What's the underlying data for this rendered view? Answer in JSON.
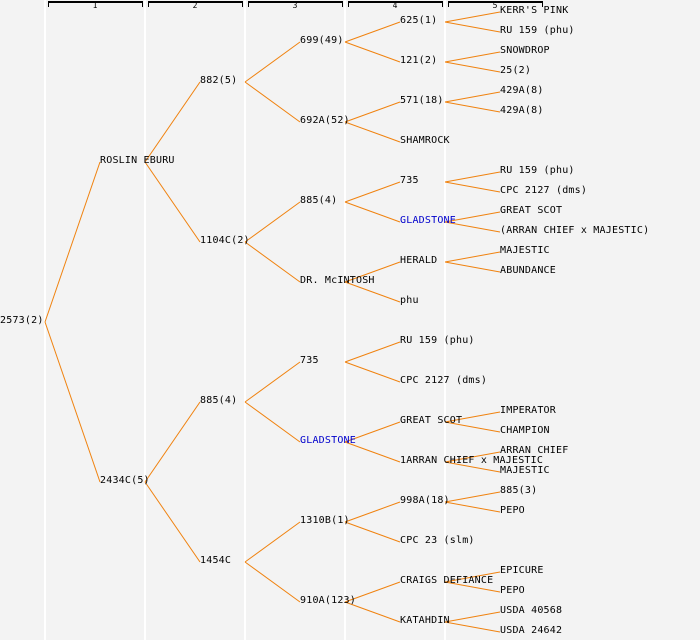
{
  "colors": {
    "background": "#f3f3f3",
    "link_line": "#f0820f",
    "separator": "#ffffff",
    "link_text": "#0000cc",
    "text": "#000000"
  },
  "generations": [
    "1",
    "2",
    "3",
    "4",
    "5"
  ],
  "pedigree": {
    "name": "2573(2)",
    "children": [
      {
        "name": "ROSLIN EBURU",
        "children": [
          {
            "name": "882(5)",
            "children": [
              {
                "name": "699(49)",
                "children": [
                  {
                    "name": "625(1)",
                    "children": [
                      {
                        "name": "KERR'S PINK"
                      },
                      {
                        "name": "RU 159 (phu)"
                      }
                    ]
                  },
                  {
                    "name": "121(2)",
                    "children": [
                      {
                        "name": "SNOWDROP"
                      },
                      {
                        "name": "25(2)"
                      }
                    ]
                  }
                ]
              },
              {
                "name": "692A(52)",
                "children": [
                  {
                    "name": "571(18)",
                    "children": [
                      {
                        "name": "429A(8)"
                      },
                      {
                        "name": "429A(8)"
                      }
                    ]
                  },
                  {
                    "name": "SHAMROCK"
                  }
                ]
              }
            ]
          },
          {
            "name": "1104C(2)",
            "children": [
              {
                "name": "885(4)",
                "children": [
                  {
                    "name": "735",
                    "children": [
                      {
                        "name": "RU 159 (phu)"
                      },
                      {
                        "name": "CPC 2127 (dms)"
                      }
                    ]
                  },
                  {
                    "name": "GLADSTONE",
                    "link": true,
                    "children": [
                      {
                        "name": "GREAT SCOT"
                      },
                      {
                        "name": "(ARRAN CHIEF x MAJESTIC)"
                      }
                    ]
                  }
                ]
              },
              {
                "name": "DR. McINTOSH",
                "children": [
                  {
                    "name": "HERALD",
                    "children": [
                      {
                        "name": "MAJESTIC"
                      },
                      {
                        "name": "ABUNDANCE"
                      }
                    ]
                  },
                  {
                    "name": "phu"
                  }
                ]
              }
            ]
          }
        ]
      },
      {
        "name": "2434C(5)",
        "children": [
          {
            "name": "885(4)",
            "children": [
              {
                "name": "735",
                "children": [
                  {
                    "name": "RU 159 (phu)"
                  },
                  {
                    "name": "CPC 2127 (dms)"
                  }
                ]
              },
              {
                "name": "GLADSTONE",
                "link": true,
                "children": [
                  {
                    "name": "GREAT SCOT",
                    "children": [
                      {
                        "name": "IMPERATOR"
                      },
                      {
                        "name": "CHAMPION"
                      }
                    ]
                  },
                  {
                    "name": "1ARRAN CHIEF x MAJESTIC",
                    "children": [
                      {
                        "name": "ARRAN CHIEF"
                      },
                      {
                        "name": "MAJESTIC"
                      }
                    ]
                  }
                ]
              }
            ]
          },
          {
            "name": "1454C",
            "children": [
              {
                "name": "1310B(1)",
                "children": [
                  {
                    "name": "998A(18)",
                    "children": [
                      {
                        "name": "885(3)"
                      },
                      {
                        "name": "PEPO"
                      }
                    ]
                  },
                  {
                    "name": "CPC 23 (slm)"
                  }
                ]
              },
              {
                "name": "910A(123)",
                "children": [
                  {
                    "name": "CRAIGS DEFIANCE",
                    "children": [
                      {
                        "name": "EPICURE"
                      },
                      {
                        "name": "PEPO"
                      }
                    ]
                  },
                  {
                    "name": "KATAHDIN",
                    "children": [
                      {
                        "name": "USDA 40568"
                      },
                      {
                        "name": "USDA 24642"
                      }
                    ]
                  }
                ]
              }
            ]
          }
        ]
      }
    ]
  }
}
